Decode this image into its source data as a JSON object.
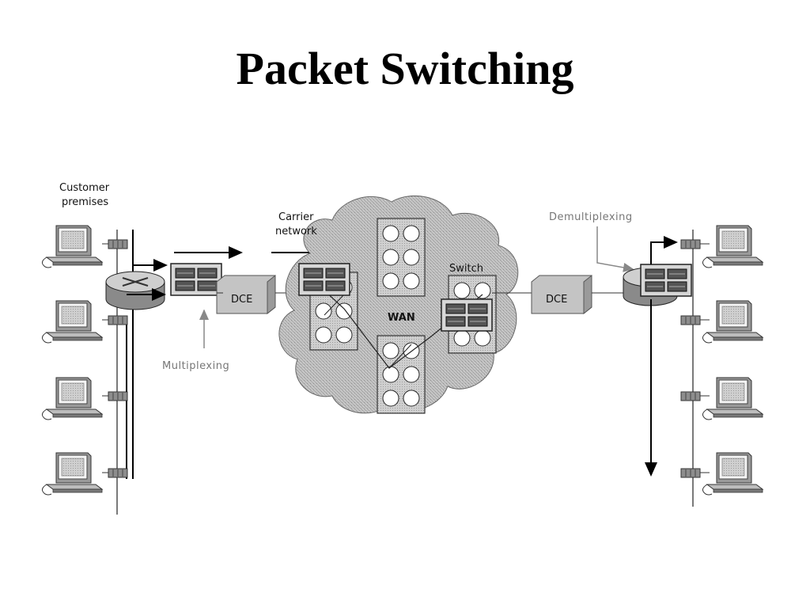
{
  "title": "Packet Switching",
  "labels": {
    "customer_premises_line1": "Customer",
    "customer_premises_line2": "premises",
    "carrier_line1": "Carrier",
    "carrier_line2": "network",
    "demultiplexing": "Demultiplexing",
    "multiplexing": "Multiplexing",
    "switch": "Switch",
    "wan": "WAN",
    "dce_left": "DCE",
    "dce_right": "DCE"
  }
}
